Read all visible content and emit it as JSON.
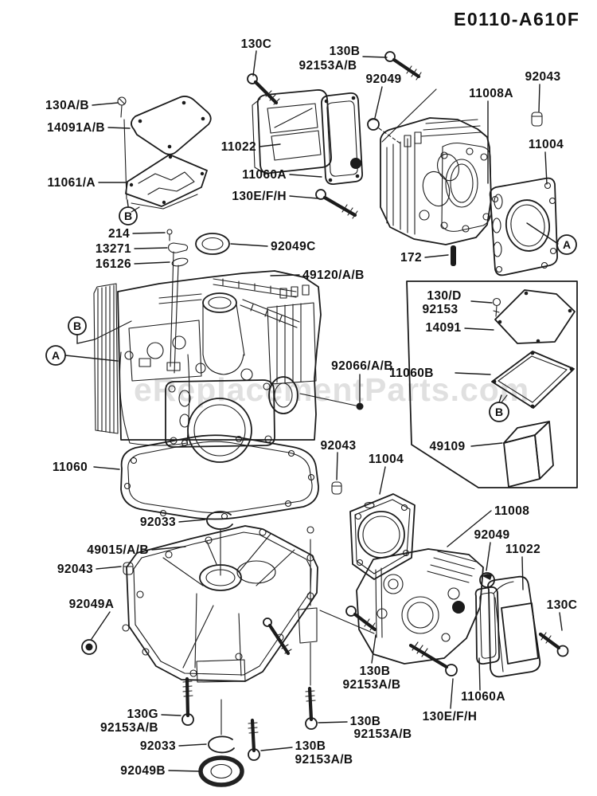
{
  "diagram": {
    "code": "E0110-A610F",
    "watermark": "eReplacementParts.com"
  },
  "colors": {
    "ink": "#1b1b1b",
    "background": "#ffffff",
    "watermark": "#c7c7c7"
  },
  "labels": [
    {
      "text": "130C"
    },
    {
      "text": "130B"
    },
    {
      "text": "92153A/B"
    },
    {
      "text": "92049"
    },
    {
      "text": "11008A"
    },
    {
      "text": "92043"
    },
    {
      "text": "11004"
    },
    {
      "text": "130A/B"
    },
    {
      "text": "14091A/B"
    },
    {
      "text": "11061/A"
    },
    {
      "text": "11022"
    },
    {
      "text": "11060A"
    },
    {
      "text": "130E/F/H"
    },
    {
      "text": "214"
    },
    {
      "text": "13271"
    },
    {
      "text": "16126"
    },
    {
      "text": "92049C"
    },
    {
      "text": "172"
    },
    {
      "text": "49120/A/B"
    },
    {
      "text": "130/D"
    },
    {
      "text": "92153"
    },
    {
      "text": "14091"
    },
    {
      "text": "11060B"
    },
    {
      "text": "49109"
    },
    {
      "text": "92066/A/B"
    },
    {
      "text": "92043"
    },
    {
      "text": "11004"
    },
    {
      "text": "11060"
    },
    {
      "text": "92033"
    },
    {
      "text": "49015/A/B"
    },
    {
      "text": "92043"
    },
    {
      "text": "11008"
    },
    {
      "text": "92049"
    },
    {
      "text": "11022"
    },
    {
      "text": "92049A"
    },
    {
      "text": "130C"
    },
    {
      "text": "130G"
    },
    {
      "text": "92153A/B"
    },
    {
      "text": "92033"
    },
    {
      "text": "92049B"
    },
    {
      "text": "130B"
    },
    {
      "text": "92153A/B"
    },
    {
      "text": "130B"
    },
    {
      "text": "92153A/B"
    },
    {
      "text": "130B"
    },
    {
      "text": "92153A/B"
    },
    {
      "text": "11060A"
    },
    {
      "text": "130E/F/H"
    }
  ],
  "callouts": [
    {
      "letter": "B"
    },
    {
      "letter": "A"
    },
    {
      "letter": "B"
    },
    {
      "letter": "A"
    },
    {
      "letter": "B"
    }
  ]
}
